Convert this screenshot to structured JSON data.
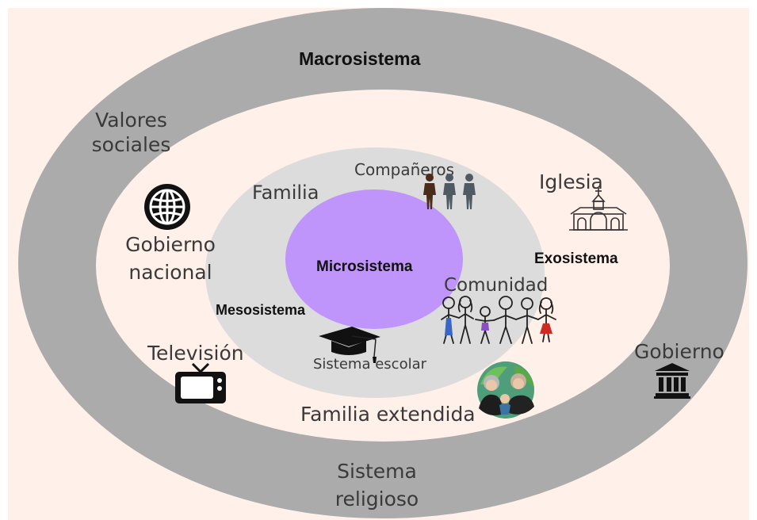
{
  "colors": {
    "background": "#fff0ea",
    "macro_ring": "#ababab",
    "exo_ring": "#fff0ea",
    "meso_ring": "#dcdcdc",
    "micro_core": "#bf95fb"
  },
  "systems": {
    "macro": "Macrosistema",
    "exo": "Exosistema",
    "meso": "Mesosistema",
    "micro": "Microsistema"
  },
  "labels": {
    "valores_sociales": [
      "Valores",
      "sociales"
    ],
    "gobierno_nacional": [
      "Gobierno",
      "nacional"
    ],
    "television": "Televisión",
    "sistema_religioso": [
      "Sistema",
      "religioso"
    ],
    "gobierno": "Gobierno",
    "iglesia": "Iglesia",
    "familia_extendida": "Familia extendida",
    "familia": "Familia",
    "companeros": "Compañeros",
    "comunidad": "Comunidad",
    "sistema_escolar": "Sistema escolar"
  },
  "icons": {
    "globe": "globe-icon",
    "tv": "television-icon",
    "church": "church-icon",
    "government": "government-building-icon",
    "people": "people-icon",
    "community": "community-people-icon",
    "graduation": "graduation-cap-icon",
    "family": "extended-family-icon"
  }
}
